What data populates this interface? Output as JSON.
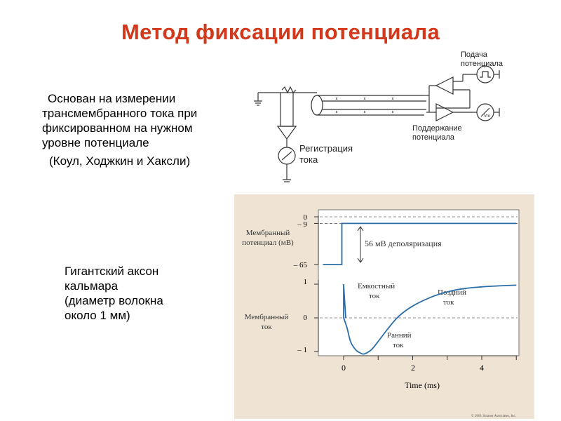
{
  "title": "Метод фиксации потенциала",
  "description": {
    "lines": [
      "Основан на измерении",
      "трансмембранного тока при",
      "фиксированном на нужном",
      "уровне потенциале"
    ],
    "authors": "(Коул, Ходжкин и Хаксли)"
  },
  "axon_note": {
    "lines": [
      "Гигантский аксон",
      "кальмара",
      "(диаметр волокна",
      "около 1 мм)"
    ]
  },
  "schematic": {
    "supply_label": [
      "Подача",
      "потенциала"
    ],
    "hold_label": [
      "Поддержание",
      "потенциала"
    ],
    "record_label": [
      "Регистрация",
      "тока"
    ],
    "vm_label": "Vm"
  },
  "chart_data": {
    "type": "line",
    "series": [
      {
        "values_label": "Мембранный потенциал (мВ)",
        "step_time_ms": -0.05,
        "baseline_mv": -65,
        "holding_mv": -9,
        "x": [
          -0.6,
          -0.05,
          -0.05,
          5
        ],
        "y": [
          -65,
          -65,
          -9,
          -9
        ]
      },
      {
        "values_label": "Мембранный ток",
        "x": [
          0,
          0.1,
          0.2,
          0.35,
          0.5,
          0.6,
          0.8,
          1.0,
          1.3,
          1.6,
          2.0,
          2.5,
          3.0,
          3.5,
          4.0,
          4.5,
          5.0
        ],
        "y": [
          0,
          -0.3,
          -0.7,
          -0.95,
          -1.05,
          -1.07,
          -0.95,
          -0.7,
          -0.3,
          0.05,
          0.35,
          0.6,
          0.77,
          0.87,
          0.92,
          0.95,
          0.97
        ]
      }
    ],
    "potential_axis": {
      "label": "Мембранный потенциал (мВ)",
      "ticks": [
        "0",
        "– 9",
        "– 65"
      ]
    },
    "current_axis": {
      "label": "Мембранный ток",
      "ticks": [
        "1",
        "0",
        "– 1"
      ],
      "ylim": [
        -1.2,
        1.2
      ]
    },
    "x_axis": {
      "label": "Time (ms)",
      "ticks": [
        "0",
        "2",
        "4"
      ],
      "xlim": [
        -0.8,
        5
      ]
    },
    "annotations": {
      "depolarization": "56 мВ деполяризация",
      "capacitive": [
        "Емкостный",
        "ток"
      ],
      "early": [
        "Ранний",
        "ток"
      ],
      "late": [
        "Поздний",
        "ток"
      ]
    },
    "dashed_lines_mv": [
      0,
      -9
    ],
    "zero_current_line": true,
    "copyright": "© 2001 Sinauer Associates, Inc."
  }
}
